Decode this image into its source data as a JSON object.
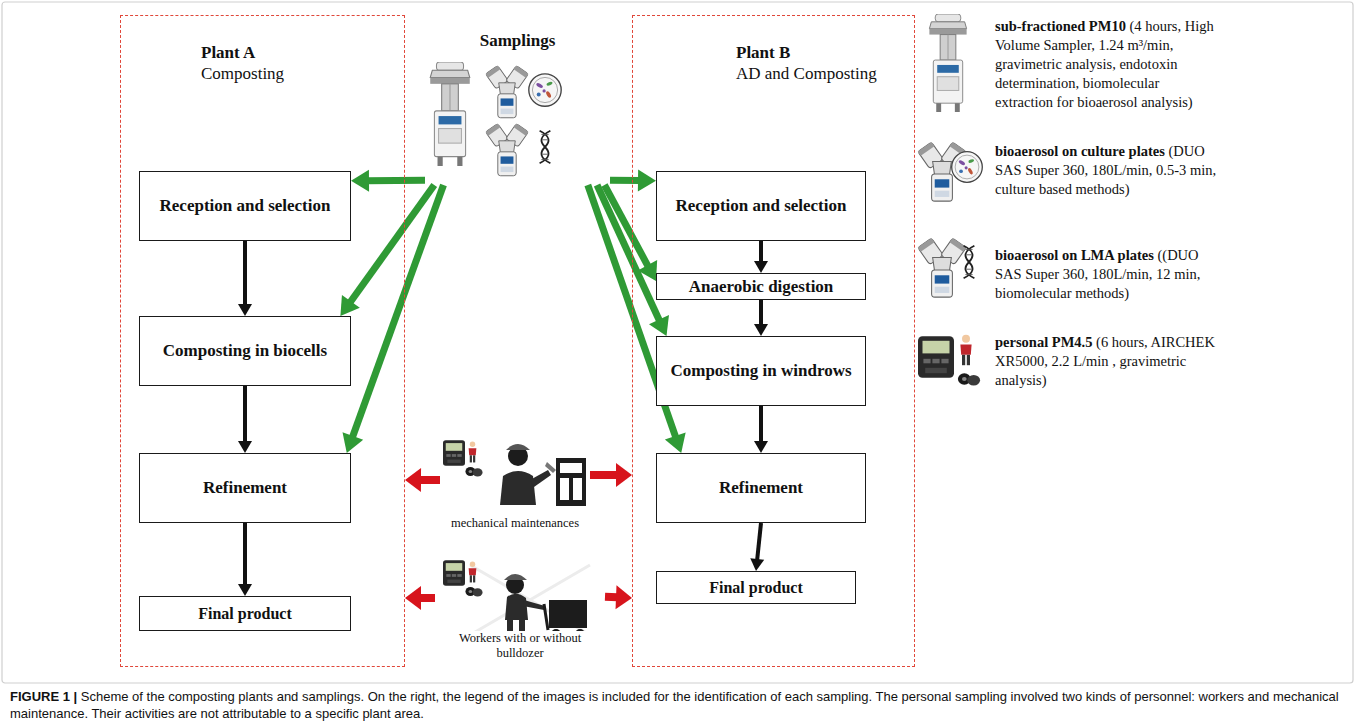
{
  "diagram": {
    "caption": "FIGURE 1 | Scheme of the composting plants and samplings. On the right, the legend of the images is included for the identification of each sampling. The personal sampling involved two kinds of personnel: workers and mechanical maintenance. Their activities are not attributable to a specific plant area.",
    "nodes": [
      {
        "text": [
          "Plant A",
          "Composting"
        ]
      },
      {
        "text": [
          "Reception and selection"
        ],
        "in": 0
      },
      {
        "text": [
          "Composting in biocells"
        ],
        "in": 0
      },
      {
        "text": [
          "Refinement"
        ],
        "in": 0
      },
      {
        "text": [
          "Final product"
        ],
        "in": 0
      },
      {
        "text": [
          "Samplings"
        ]
      },
      {
        "text": [
          "mechanical maintenances"
        ]
      },
      {
        "text": [
          "Workers with or without bulldozer"
        ]
      },
      {
        "text": [
          "Plant B",
          "AD and Composting"
        ]
      },
      {
        "text": [
          "Reception and selection"
        ],
        "in": 8
      },
      {
        "text": [
          "Anaerobic digestion"
        ],
        "in": 8
      },
      {
        "text": [
          "Composting in windrows"
        ],
        "in": 8
      },
      {
        "text": [
          "Refinement"
        ],
        "in": 8
      },
      {
        "text": [
          "Final product"
        ],
        "in": 8
      }
    ],
    "edges": [
      {
        "from": 1,
        "to": 2,
        "arrow": "to"
      },
      {
        "from": 2,
        "to": 3,
        "arrow": "to"
      },
      {
        "from": 3,
        "to": 4,
        "arrow": "to"
      },
      {
        "from": 9,
        "to": 10,
        "arrow": "to"
      },
      {
        "from": 10,
        "to": 11,
        "arrow": "to"
      },
      {
        "from": 11,
        "to": 12,
        "arrow": "to"
      },
      {
        "from": 12,
        "to": 13,
        "arrow": "to"
      },
      {
        "from": 5,
        "to": 1,
        "arrow": "to"
      },
      {
        "from": 5,
        "to": 2,
        "arrow": "to"
      },
      {
        "from": 5,
        "to": 3,
        "arrow": "to"
      },
      {
        "from": 5,
        "to": 9,
        "arrow": "to"
      },
      {
        "from": 5,
        "to": 10,
        "arrow": "to"
      },
      {
        "from": 5,
        "to": 11,
        "arrow": "to"
      },
      {
        "from": 5,
        "to": 12,
        "arrow": "to"
      },
      {
        "from": 6,
        "to": 0,
        "arrow": "to"
      },
      {
        "from": 6,
        "to": 8,
        "arrow": "to"
      },
      {
        "from": 7,
        "to": 0,
        "arrow": "to"
      },
      {
        "from": 7,
        "to": 8,
        "arrow": "to"
      }
    ],
    "legend": [
      {
        "text": "sub-fractioned PM10 (4 hours, High Volume Sampler, 1.24 m³/min, gravimetric analysis, endotoxin determination, biomolecular extraction for bioaerosol analysis)"
      },
      {
        "text": "bioaerosol on culture plates (DUO SAS Super 360, 180L/min, 0.5-3 min, culture based methods)"
      },
      {
        "text": "bioaerosol on LMA plates ((DUO SAS Super 360, 180L/min, 12 min, biomolecular methods)"
      },
      {
        "text": "personal PM4.5 (6 hours, AIRCHEK XR5000, 2.2 L/min , gravimetric analysis)"
      }
    ]
  }
}
